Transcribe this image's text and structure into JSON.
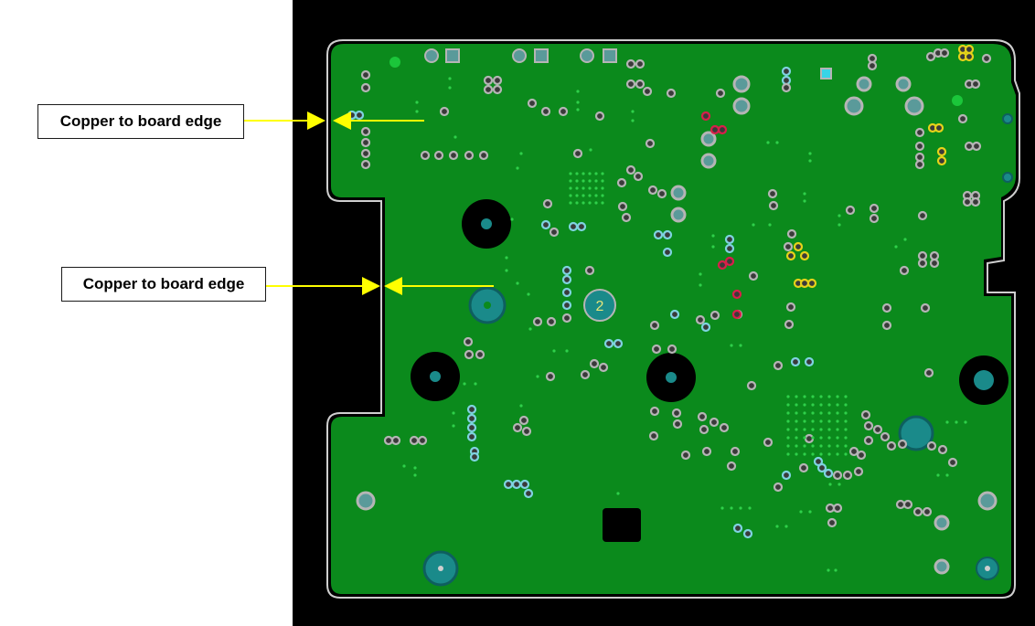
{
  "annotations": [
    {
      "label": "Copper to board edge"
    },
    {
      "label": "Copper to board edge"
    }
  ],
  "board": {
    "hole_label": "2",
    "colors": {
      "background": "#000000",
      "copper": "#0b8a1c",
      "board_outline": "#cfcfcf",
      "via_pad": "#b5b5b5",
      "via_pad_cyan": "#7fd3e0",
      "via_pad_red": "#d81f4a",
      "via_pad_yellow": "#e6d21a",
      "mount_hole": "#1a8a8a",
      "annotation_arrow": "#ffff00"
    }
  }
}
